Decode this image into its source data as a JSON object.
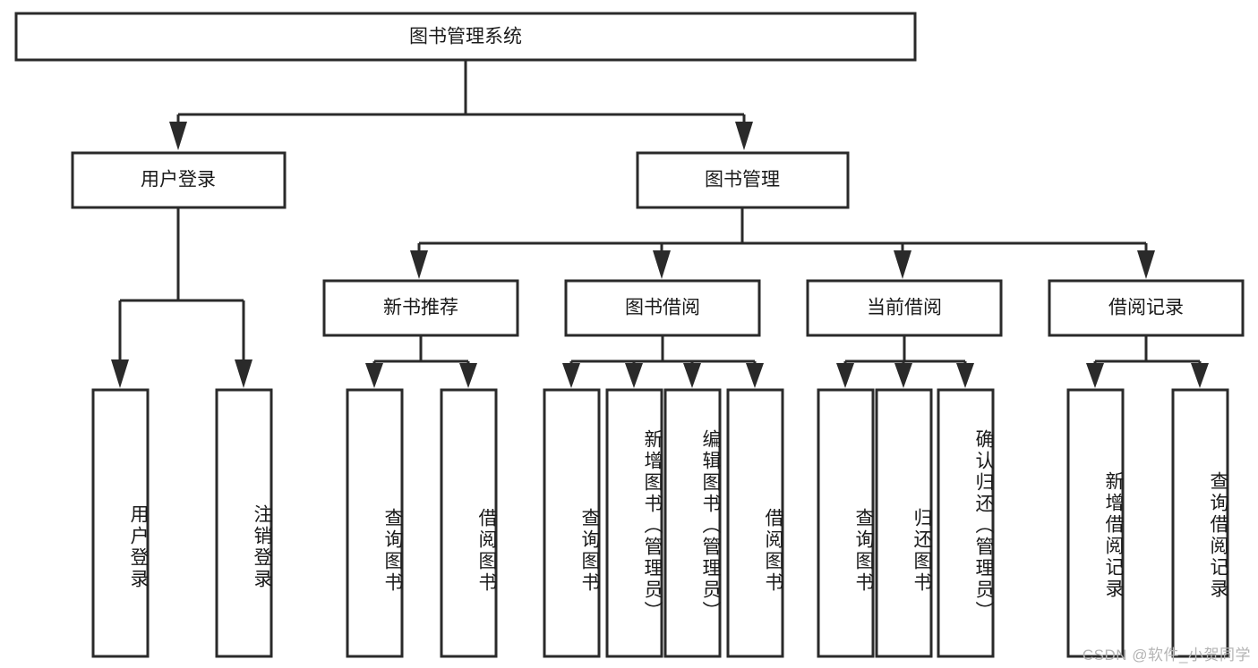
{
  "diagram": {
    "title": "图书管理系统",
    "type": "hierarchy-tree",
    "colors": {
      "box_stroke": "#2a2a2a",
      "box_fill": "#ffffff",
      "edge": "#2a2a2a",
      "text": "#1a1a1a",
      "watermark": "#b4b4b4",
      "background": "#ffffff"
    },
    "root": {
      "label": "图书管理系统"
    },
    "level2": [
      {
        "label": "用户登录"
      },
      {
        "label": "图书管理"
      }
    ],
    "level3": [
      {
        "label": "新书推荐"
      },
      {
        "label": "图书借阅"
      },
      {
        "label": "当前借阅"
      },
      {
        "label": "借阅记录"
      }
    ],
    "leaves": {
      "user_login": [
        {
          "label": "用户登录"
        },
        {
          "label": "注销登录"
        }
      ],
      "new_book_recommend": [
        {
          "label": "查询图书"
        },
        {
          "label": "借阅图书"
        }
      ],
      "book_borrow": [
        {
          "label": "查询图书"
        },
        {
          "label": "新增图书（管理员）"
        },
        {
          "label": "编辑图书（管理员）"
        },
        {
          "label": "借阅图书"
        }
      ],
      "current_borrow": [
        {
          "label": "查询图书"
        },
        {
          "label": "归还图书"
        },
        {
          "label": "确认归还（管理员）"
        }
      ],
      "borrow_record": [
        {
          "label": "新增借阅记录"
        },
        {
          "label": "查询借阅记录"
        }
      ]
    },
    "watermark": "CSDN @软件_小贺同学"
  }
}
